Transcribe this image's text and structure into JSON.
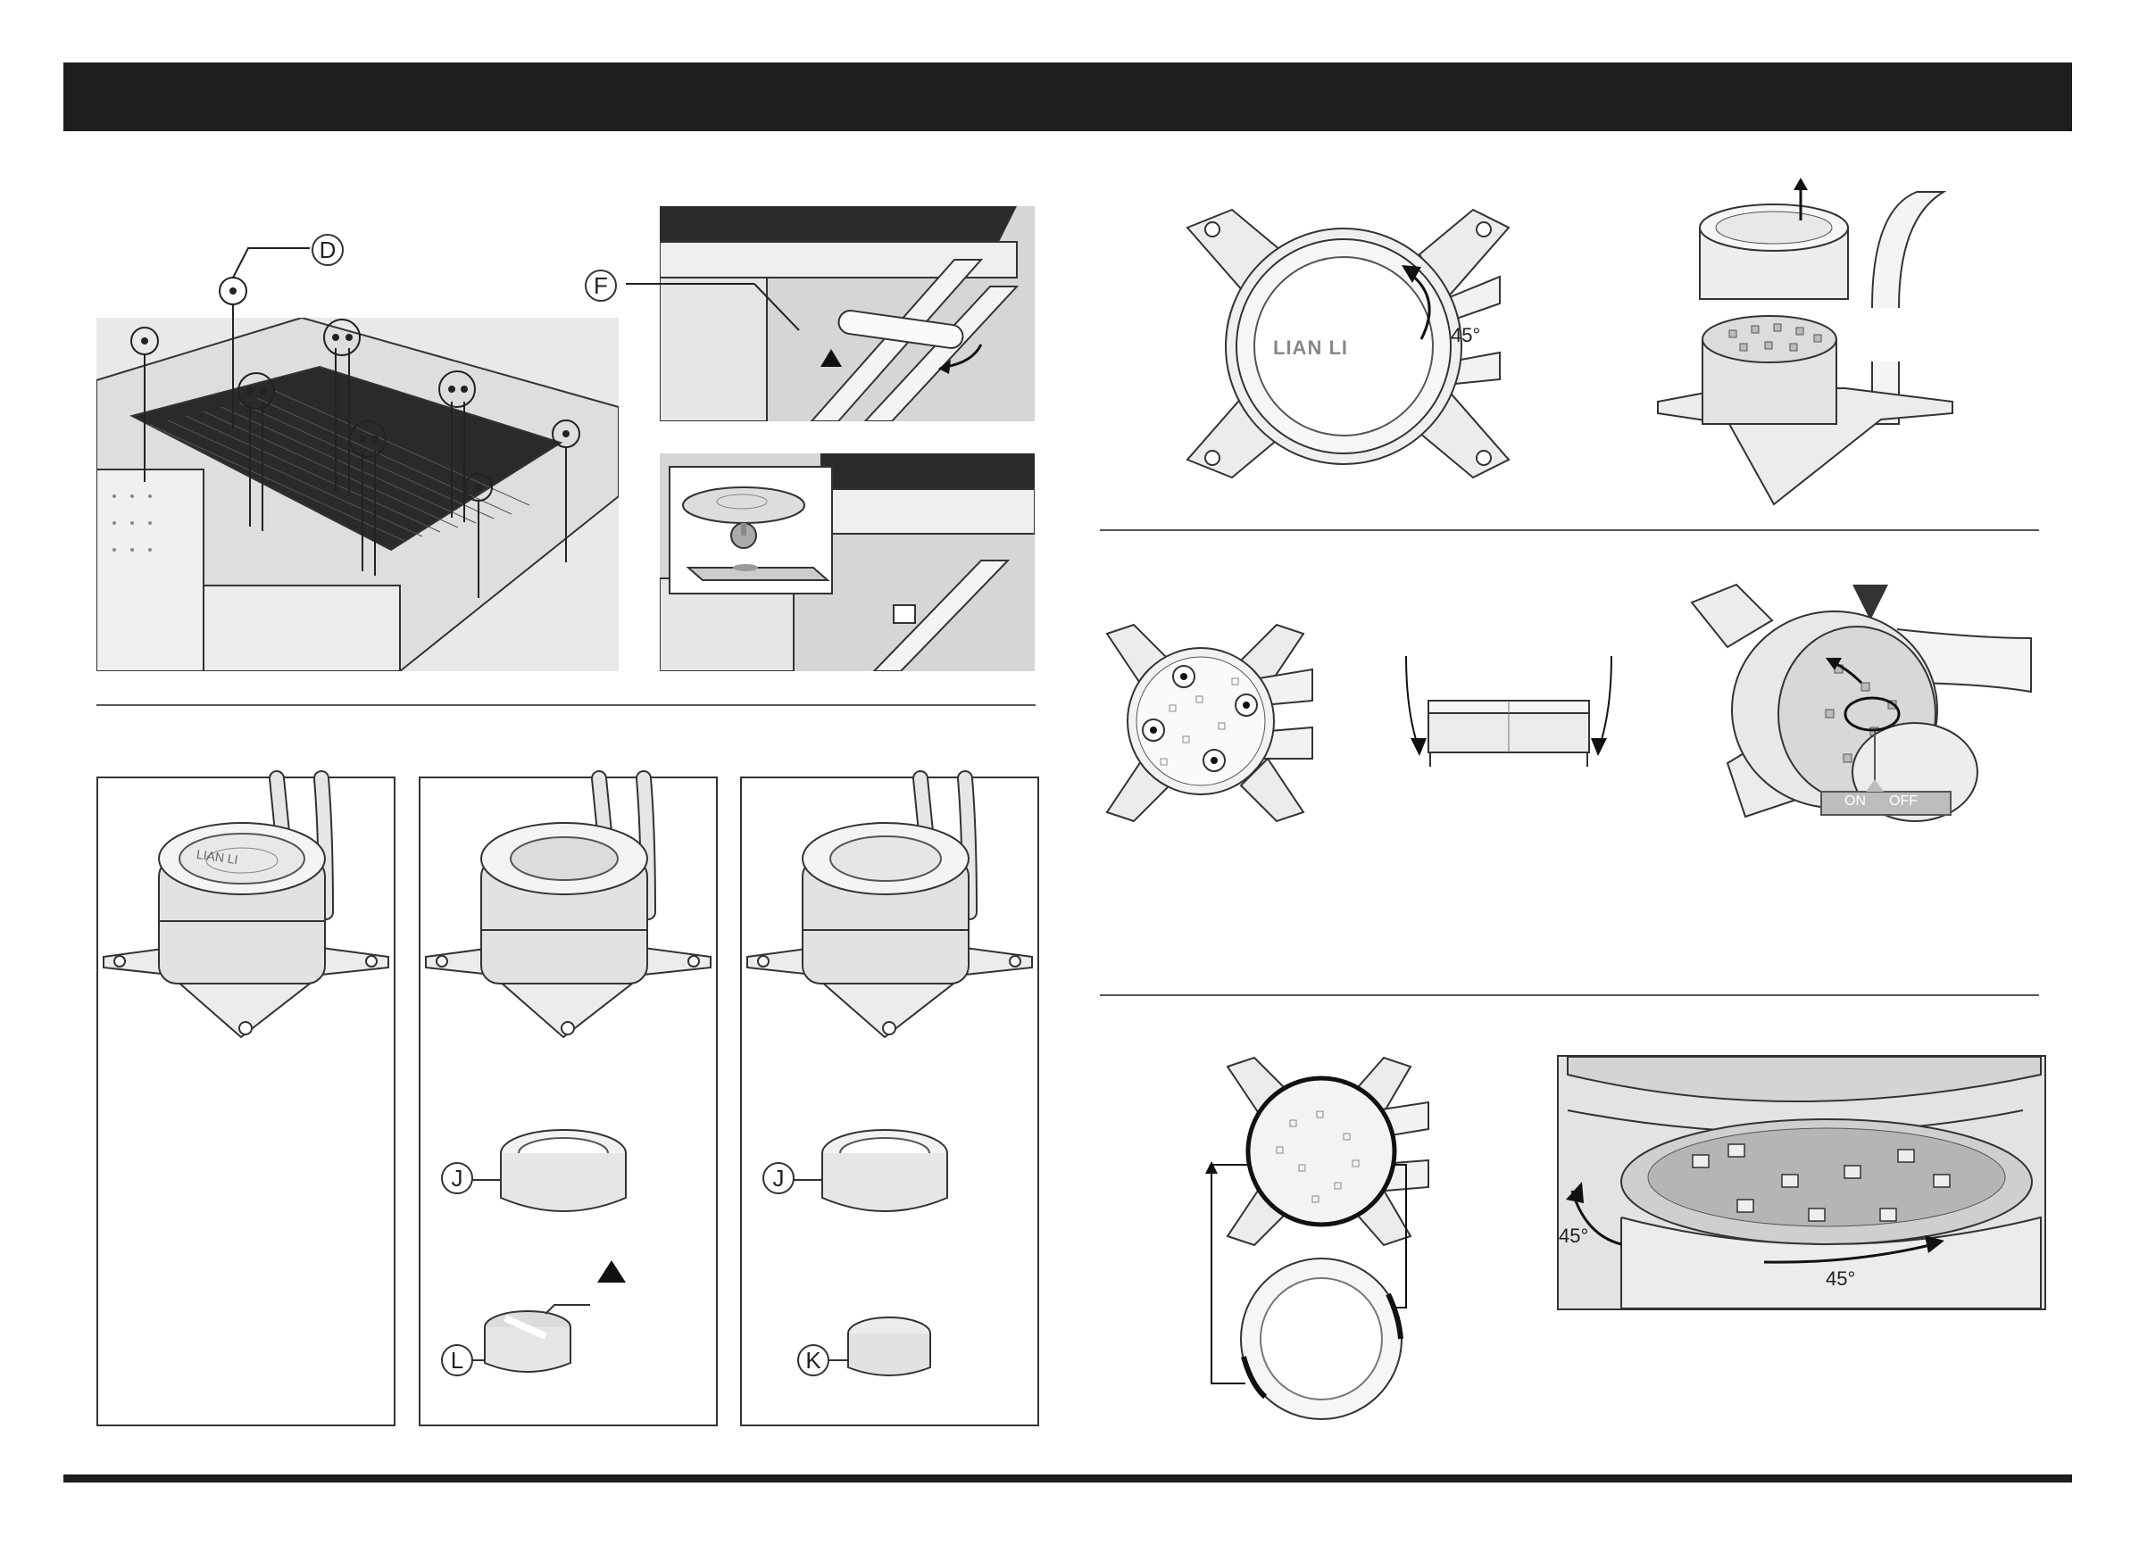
{
  "callouts": {
    "d": "D",
    "f": "F",
    "j1": "J",
    "j2": "J",
    "l": "L",
    "k": "K"
  },
  "angles": {
    "pump_rotate": "45°",
    "ring_left": "45°",
    "ring_right": "45°"
  },
  "switch": {
    "on": "ON",
    "off": "OFF"
  },
  "logo": {
    "brand": "LIAN LI"
  },
  "colors": {
    "header_bar": "#1e1e1e",
    "line_art": "#333333",
    "fill_light": "#e4e4e4",
    "fill_mid": "#cfcfcf"
  }
}
